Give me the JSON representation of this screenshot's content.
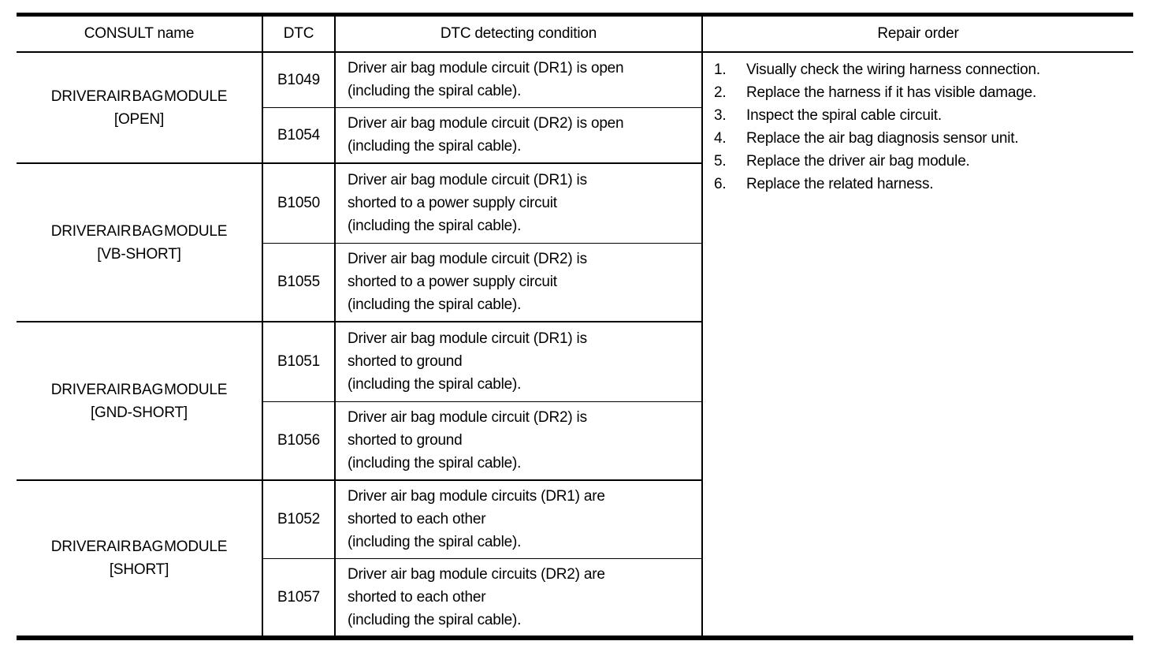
{
  "colors": {
    "text": "#000000",
    "background": "#ffffff",
    "border": "#000000"
  },
  "table": {
    "headers": {
      "consult_name": "CONSULT name",
      "dtc": "DTC",
      "condition": "DTC detecting condition",
      "repair_order": "Repair order"
    },
    "groups": [
      {
        "consult_name": [
          "DRIVER AIR BAG MODULE",
          "[OPEN]"
        ],
        "rows": [
          {
            "dtc": "B1049",
            "condition": [
              "Driver air bag module circuit (DR1) is open",
              "(including the spiral cable)."
            ]
          },
          {
            "dtc": "B1054",
            "condition": [
              "Driver air bag module circuit (DR2) is open",
              "(including the spiral cable)."
            ]
          }
        ]
      },
      {
        "consult_name": [
          "DRIVER AIR BAG MODULE",
          "[VB-SHORT]"
        ],
        "rows": [
          {
            "dtc": "B1050",
            "condition": [
              "Driver air bag module circuit (DR1) is",
              "shorted to a power supply circuit",
              "(including the spiral cable)."
            ]
          },
          {
            "dtc": "B1055",
            "condition": [
              "Driver air bag module circuit (DR2) is",
              "shorted to a power supply circuit",
              "(including the spiral cable)."
            ]
          }
        ]
      },
      {
        "consult_name": [
          "DRIVER AIR BAG MODULE",
          "[GND-SHORT]"
        ],
        "rows": [
          {
            "dtc": "B1051",
            "condition": [
              "Driver air bag module circuit (DR1) is",
              "shorted to ground",
              "(including the spiral cable)."
            ]
          },
          {
            "dtc": "B1056",
            "condition": [
              "Driver air bag module circuit (DR2) is",
              "shorted to ground",
              "(including the spiral cable)."
            ]
          }
        ]
      },
      {
        "consult_name": [
          "DRIVER AIR BAG MODULE",
          "[SHORT]"
        ],
        "rows": [
          {
            "dtc": "B1052",
            "condition": [
              "Driver air bag module circuits (DR1) are",
              "shorted to each other",
              "(including the spiral cable)."
            ]
          },
          {
            "dtc": "B1057",
            "condition": [
              "Driver air bag module circuits (DR2) are",
              "shorted to each other",
              "(including the spiral cable)."
            ]
          }
        ]
      }
    ],
    "repair_order": [
      {
        "num": "1.",
        "text": "Visually check the wiring harness connection."
      },
      {
        "num": "2.",
        "text": "Replace the harness if it has visible damage."
      },
      {
        "num": "3.",
        "text": "Inspect the spiral cable circuit."
      },
      {
        "num": "4.",
        "text": "Replace the air bag diagnosis sensor unit."
      },
      {
        "num": "5.",
        "text": "Replace the driver air bag module."
      },
      {
        "num": "6.",
        "text": "Replace the related harness."
      }
    ]
  }
}
